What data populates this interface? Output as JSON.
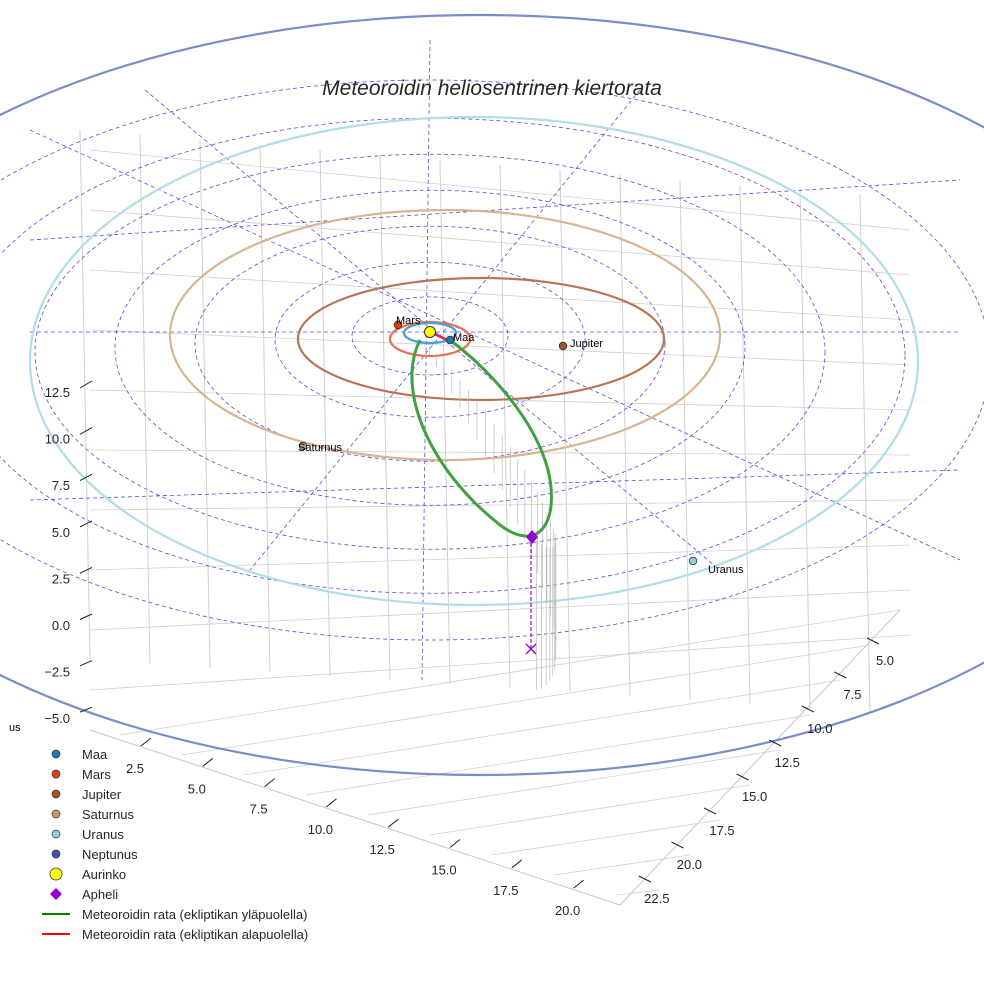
{
  "chart_data": {
    "type": "scatter-3d",
    "title": "Meteoroidin heliosentrinen kiertorata",
    "x_ticks": [
      "2.5",
      "5.0",
      "7.5",
      "10.0",
      "12.5",
      "15.0",
      "17.5",
      "20.0"
    ],
    "y_ticks": [
      "5.0",
      "7.5",
      "10.0",
      "12.5",
      "15.0",
      "17.5",
      "20.0",
      "22.5"
    ],
    "z_ticks": [
      "12.5",
      "10.0",
      "7.5",
      "5.0",
      "2.5",
      "0.0",
      "−2.5",
      "−5.0"
    ],
    "planets": [
      {
        "name": "Maa",
        "color": "#1f77b4"
      },
      {
        "name": "Mars",
        "color": "#d84315"
      },
      {
        "name": "Jupiter",
        "color": "#a0522d"
      },
      {
        "name": "Saturnus",
        "color": "#c19a6b"
      },
      {
        "name": "Uranus",
        "color": "#8ecfdc"
      },
      {
        "name": "Neptunus",
        "color": "#3f51b5"
      }
    ],
    "neptune_label_visible": "us",
    "orbit_colors": {
      "Maa": "#4a9fd5",
      "Mars": "#e8704a",
      "Jupiter": "#b87555",
      "Saturnus": "#d7b592",
      "Uranus": "#b0dde6",
      "Neptunus": "#7b8cc8"
    },
    "legend": [
      {
        "label": "Maa",
        "marker": "circle",
        "color": "#1f77b4"
      },
      {
        "label": "Mars",
        "marker": "circle",
        "color": "#d84315"
      },
      {
        "label": "Jupiter",
        "marker": "circle",
        "color": "#a0522d"
      },
      {
        "label": "Saturnus",
        "marker": "circle",
        "color": "#c19a6b"
      },
      {
        "label": "Uranus",
        "marker": "circle",
        "color": "#8ecfdc"
      },
      {
        "label": "Neptunus",
        "marker": "circle",
        "color": "#3f51b5"
      },
      {
        "label": "Aurinko",
        "marker": "big-circle",
        "color": "#ffff00"
      },
      {
        "label": "Apheli",
        "marker": "diamond",
        "color": "#9400d3"
      },
      {
        "label": "Meteoroidin rata (ekliptikan yläpuolella)",
        "marker": "line",
        "color": "#008000"
      },
      {
        "label": "Meteoroidin rata (ekliptikan alapuolella)",
        "marker": "line",
        "color": "#ff0000"
      }
    ],
    "legend_placement": "lower-left",
    "grid": true
  }
}
